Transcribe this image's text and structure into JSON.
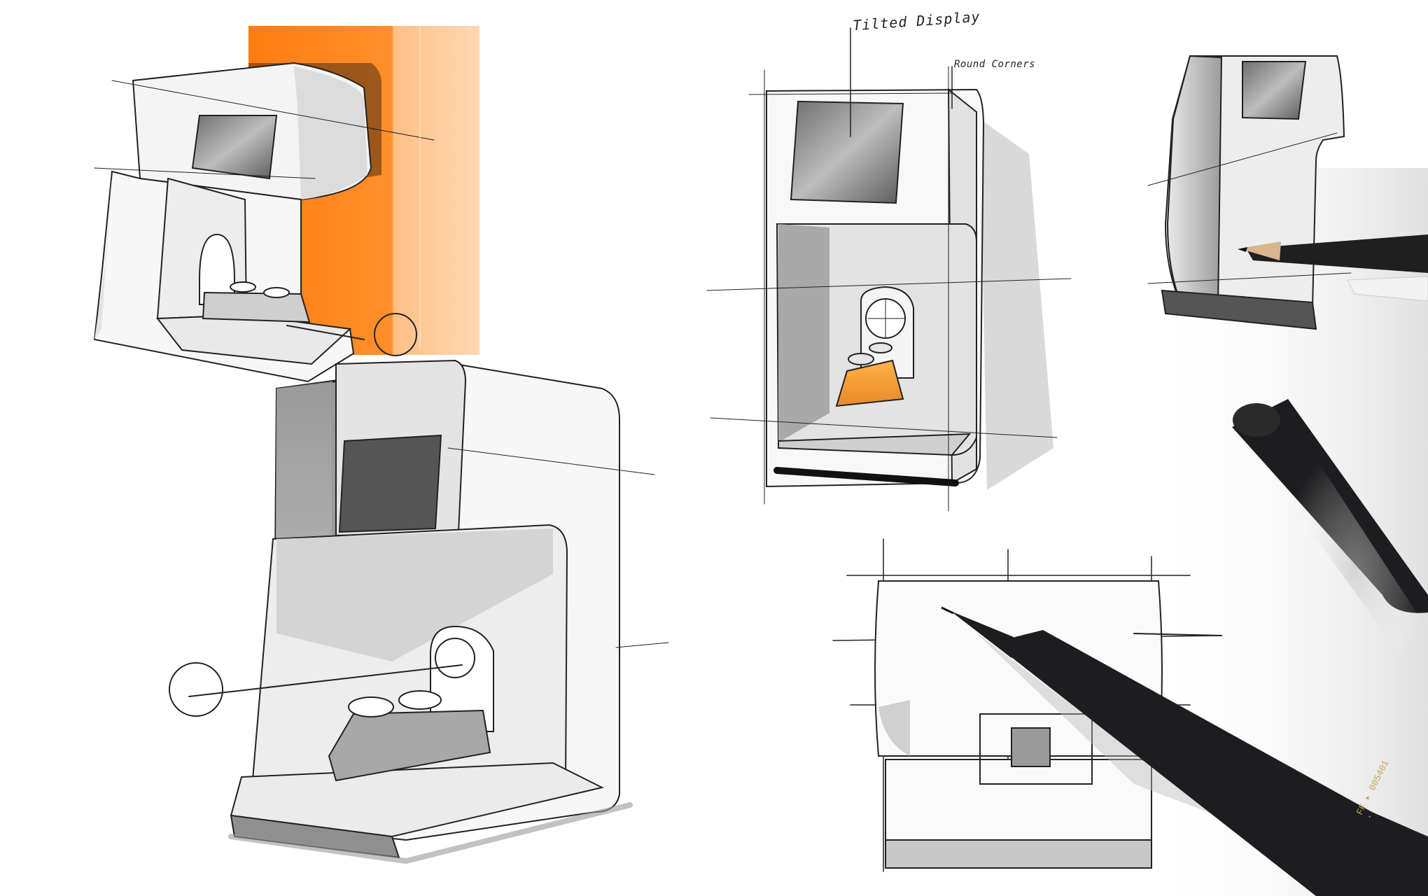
{
  "annotations": {
    "tilted_display": "Tilted Display",
    "round_corners": "Round Corners"
  },
  "pen_imprint": "FF ▸ 005401 ··",
  "colors": {
    "accent_orange": "#ff8a1f",
    "accent_orange_light": "#ffc58f",
    "accent_key_orange": "#f29a32",
    "ink": "#1a1a1a",
    "marker_grey": "#8c8c8c",
    "marker_grey_light": "#cfcfcf",
    "paper": "#ffffff",
    "pen_black": "#1d1d1f"
  },
  "objects": [
    "sketch-perspective-stack",
    "sketch-orange-product-view",
    "sketch-side-view",
    "sketch-front-view",
    "pencil",
    "fineliner-pen",
    "marker-cap"
  ]
}
